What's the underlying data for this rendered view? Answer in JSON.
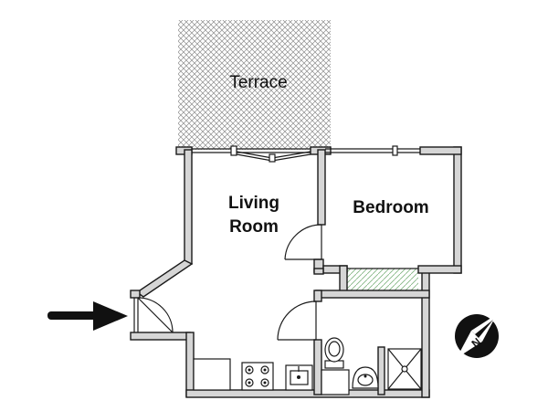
{
  "rooms": {
    "terrace": "Terrace",
    "living_line1": "Living",
    "living_line2": "Room",
    "bedroom": "Bedroom"
  },
  "compass": {
    "letter": "N"
  },
  "colors": {
    "wall_fill": "#d6d6d6",
    "wall_stroke": "#1a1a1a",
    "terrace_hatch": "#8c8c8c",
    "balcony_hatch": "#7fb37f"
  },
  "icons": {
    "entrance": "arrow-right-icon",
    "compass": "compass-icon"
  }
}
